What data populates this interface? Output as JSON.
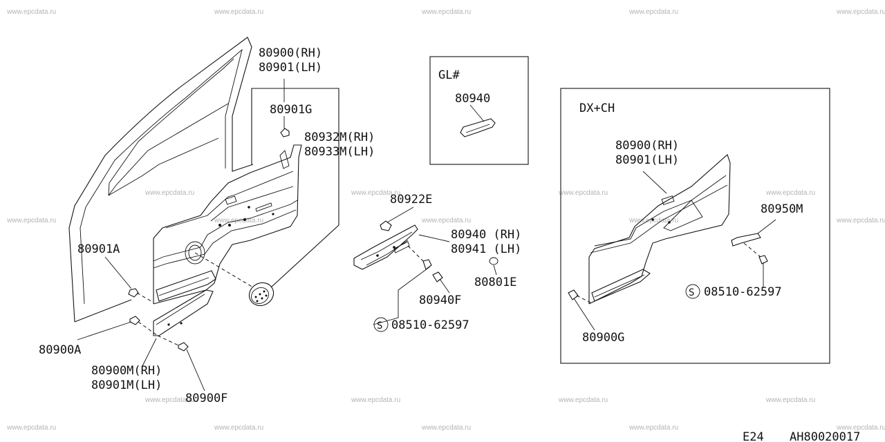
{
  "labels": {
    "main_trim_rh": "80900(RH)",
    "main_trim_lh": "80901(LH)",
    "clip_g": "80901G",
    "armrest_rh": "80932M(RH)",
    "armrest_lh": "80933M(LH)",
    "clip_a_upper": "80901A",
    "clip_a_lower": "80900A",
    "lower_trim_rh": "80900M(RH)",
    "lower_trim_lh": "80901M(LH)",
    "clip_f": "80900F",
    "clip_e": "80922E",
    "pull_rh": "80940 (RH)",
    "pull_lh": "80941 (LH)",
    "cap": "80801E",
    "screw_f": "80940F",
    "screw_center": "08510-62597",
    "gl_variant": "GL#",
    "gl_part": "80940",
    "dx_variant": "DX+CH",
    "dx_trim_rh": "80900(RH)",
    "dx_trim_lh": "80901(LH)",
    "dx_handle": "80950M",
    "dx_screw": "08510-62597",
    "dx_clip": "80900G",
    "screw_symbol": "S"
  },
  "footer": {
    "section": "E24",
    "ref": "AH80020017"
  },
  "watermark": "www.epcdata.ru"
}
